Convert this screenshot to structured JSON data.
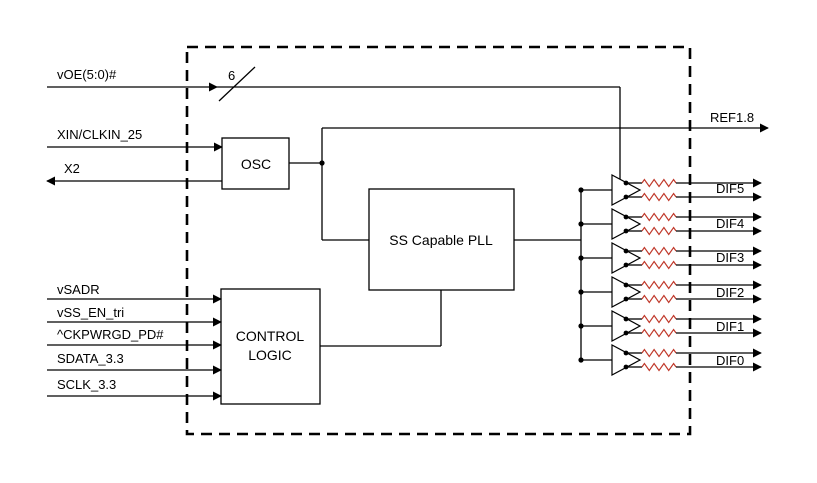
{
  "diagram": {
    "inputs": {
      "voe": "vOE(5:0)#",
      "xin": "XIN/CLKIN_25",
      "x2": "X2",
      "vsadr": "vSADR",
      "vss_en": "vSS_EN_tri",
      "ckpwrgd": "^CKPWRGD_PD#",
      "sdata": "SDATA_3.3",
      "sclk": "SCLK_3.3"
    },
    "bus_width": "6",
    "blocks": {
      "osc": "OSC",
      "pll": "SS Capable PLL",
      "control_line1": "CONTROL",
      "control_line2": "LOGIC"
    },
    "outputs": {
      "ref": "REF1.8",
      "dif5": "DIF5",
      "dif4": "DIF4",
      "dif3": "DIF3",
      "dif2": "DIF2",
      "dif1": "DIF1",
      "dif0": "DIF0"
    },
    "colors": {
      "line": "#000000",
      "resistor": "#c0392b"
    }
  }
}
